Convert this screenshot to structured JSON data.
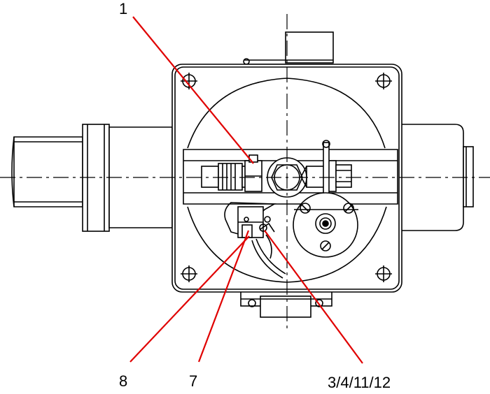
{
  "callouts": {
    "c1": "1",
    "c8": "8",
    "c7": "7",
    "c3": "3/4/11/12"
  },
  "colors": {
    "line": "#000000",
    "leader": "#e00000",
    "background": "#ffffff"
  }
}
